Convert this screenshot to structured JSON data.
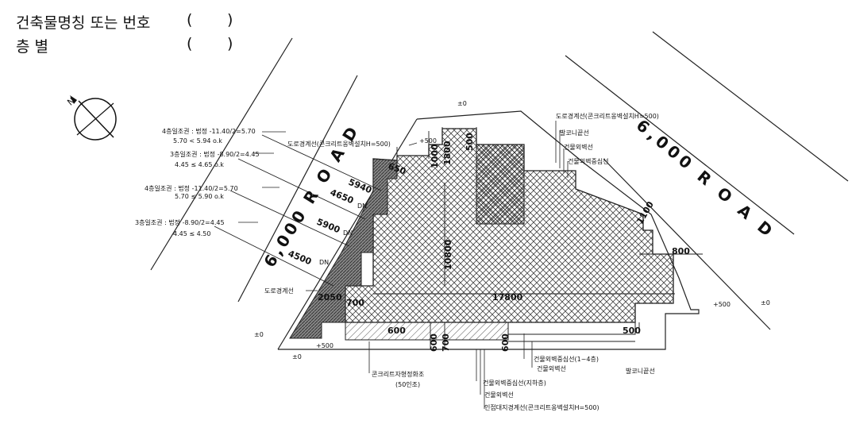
{
  "header": {
    "building_name_label": "건축물명칭 또는 번호",
    "floor_label": "층        별",
    "paren_open": "(",
    "paren_close": ")"
  },
  "north_arrow": {
    "symbol": "N"
  },
  "roads": {
    "left": "6,000 R O A D",
    "right": "6,000 R O A D"
  },
  "annotations": {
    "cond4_top_a": "4층일조권 : 법정 -11.40/2=5.70",
    "cond4_top_b": "5.70 < 5.94 o.k",
    "cond3_top_a": "3층일조권 : 법정 -8.90/2=4.45",
    "cond3_top_b": "4.45 ≤ 4.65 o.k",
    "cond4_bot_a": "4층일조권 : 법정 -11.40/2=5.70",
    "cond4_bot_b": "5.70 ≤ 5.90 o.k",
    "cond3_bot_a": "3층일조권 : 법정 -8.90/2=4.45",
    "cond3_bot_b": "4.45 ≤ 4.50",
    "boundary_top": "도로경계선(콘크리트옹벽설치H=500)",
    "boundary_left": "도로경계선",
    "right_boundary": "도로경계선(콘크리트옹벽설치H=500)",
    "balcony1": "발코니끝선",
    "building_wall1": "건물외벽선",
    "building_wall_center": "건물외벽중심선",
    "concrete_ramp": "콘크리트자형정화조",
    "concrete_ramp_sub": "(50인조)",
    "wall_center_basement": "건물외벽중심선(지하층)",
    "building_wall2": "건물외벽선",
    "adjacent_boundary": "인접대지경계선(콘크리트옹벽설치H=500)",
    "wall_center_1_4": "건물외벽중심선(1~4층)",
    "building_wall3": "건물외벽선",
    "balcony2": "발코니끝선"
  },
  "dimensions": {
    "d5940": "5940",
    "d4650": "4650",
    "d5900": "5900",
    "d4500": "4500",
    "d2050": "2050",
    "d650": "650",
    "d1000": "1000",
    "d1800": "1800",
    "d500a": "500",
    "d500b": "500",
    "d600a": "600",
    "d600b": "600",
    "d700a": "700",
    "d700b": "700",
    "d600c": "600",
    "d17800": "17800",
    "d10800": "10800",
    "d800": "800",
    "d1100": "1100",
    "lvl_top": "±0",
    "lvl_top2": "+500",
    "lvl_right": "+500",
    "lvl_right2": "±0",
    "lvl_left": "±0",
    "lvl_bottom": "+500",
    "lvl_bottom2": "±0",
    "dn1": "DN",
    "dn2": "DN",
    "dn3": "DN"
  }
}
